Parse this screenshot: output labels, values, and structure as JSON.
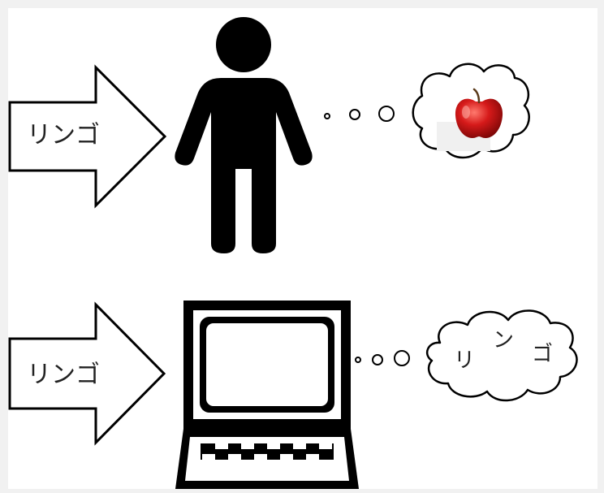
{
  "rows": [
    {
      "arrow_text": "リンゴ",
      "actor_icon": "person-icon",
      "thought_icon": "red-apple-icon"
    },
    {
      "arrow_text": "リンゴ",
      "actor_icon": "laptop-icon",
      "thought_chars": [
        "リ",
        "ン",
        "ゴ"
      ]
    }
  ],
  "colors": {
    "line": "#000000",
    "apple": "#d61a1a",
    "background": "#ffffff",
    "frame": "#f1f1f1"
  }
}
